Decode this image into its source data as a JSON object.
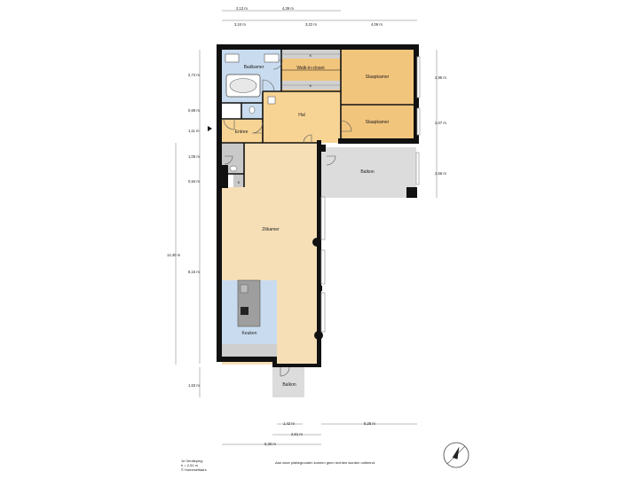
{
  "rooms": {
    "bathroom": "Badkamer",
    "walkin": "Walk-in-closet",
    "bedroom1": "Slaapkamer",
    "bedroom2": "Slaapkamer",
    "hall": "Hal",
    "entrance": "Entree",
    "balcony_right": "Balkon",
    "living": "Zitkamer",
    "kitchen": "Keuken",
    "balcony_bottom": "Balkon"
  },
  "markers": {
    "k1": "K",
    "k2": "K",
    "k3": "K"
  },
  "dimensions": {
    "top": [
      "2,13 m",
      "4,39 m",
      "3,24 m",
      "3,22 m",
      "4,06 m"
    ],
    "left": [
      "2,74 m",
      "0,69 m",
      "1,11 m",
      "1,05 m",
      "0,94 m",
      "12,40 m",
      "8,15 m",
      "1,63 m"
    ],
    "right": [
      "2,95 m",
      "2,07 m",
      "2,56 m"
    ],
    "bottom": [
      "1,42 m",
      "5,25 m",
      "2,51 m",
      "6,30 m"
    ]
  },
  "footer": {
    "floor": "1e Verdieping",
    "height": "h = 2,51 m",
    "copyright": "© Homeselfdars",
    "disclaimer": "Aan deze plattegronden kunnen geen rechten worden ontleend."
  },
  "colors": {
    "wall": "#111111",
    "bedroom": "#f2c57c",
    "hall": "#f7d494",
    "living": "#f6dfb7",
    "bath": "#c9dcef",
    "utility": "#c9c9c9",
    "balcony": "#dcdcdc"
  },
  "icons": [
    "compass-icon",
    "entrance-arrow-icon"
  ]
}
